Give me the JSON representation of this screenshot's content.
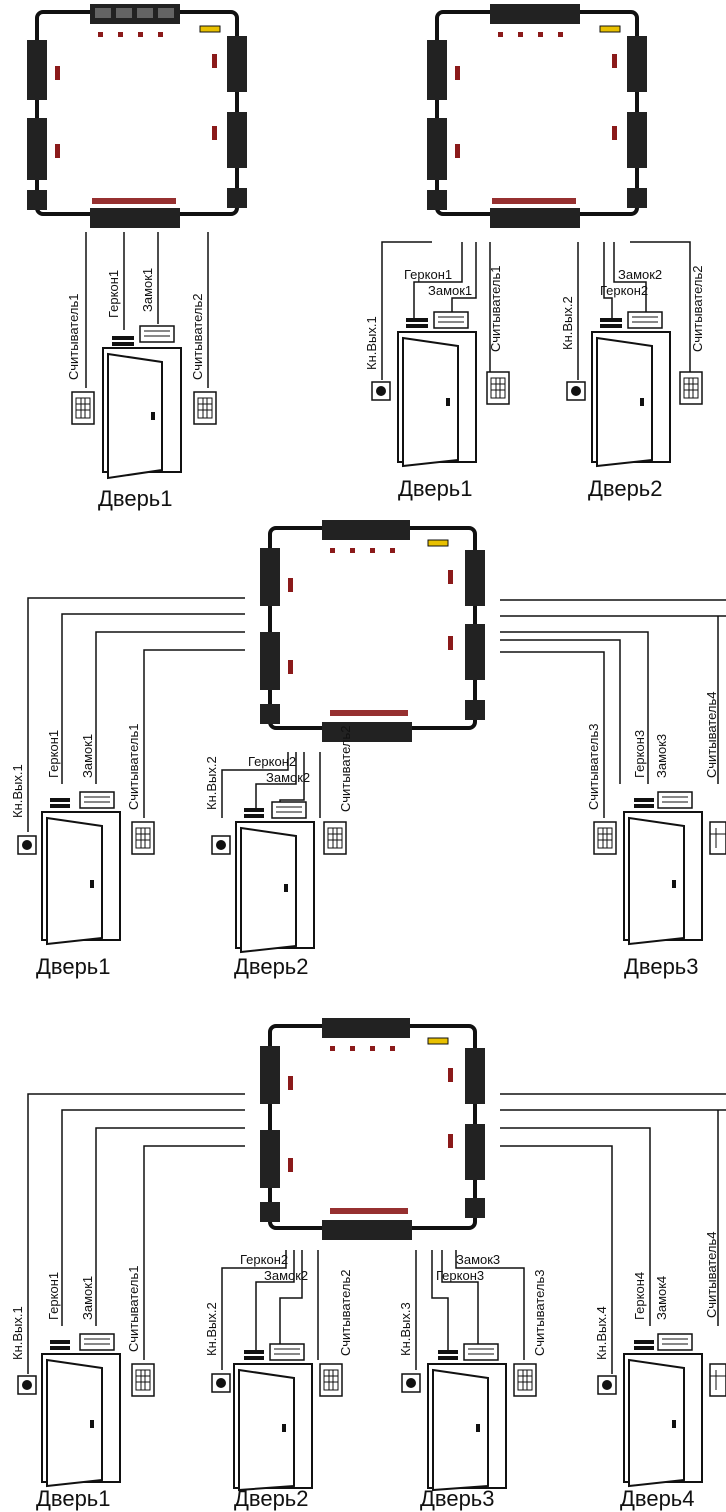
{
  "diagrams": [
    {
      "id": "d1",
      "doors": [
        {
          "title": "Дверь1",
          "sensor": "Геркон1",
          "lock": "Замок1",
          "readers": [
            "Считыватель1",
            "Считыватель2"
          ],
          "button": ""
        }
      ]
    },
    {
      "id": "d2",
      "doors": [
        {
          "title": "Дверь1",
          "sensor": "Геркон1",
          "lock": "Замок1",
          "readers": [
            "Считыватель1"
          ],
          "button": "Кн.Вых.1"
        },
        {
          "title": "Дверь2",
          "sensor": "Геркон2",
          "lock": "Замок2",
          "readers": [
            "Считыватель2"
          ],
          "button": "Кн.Вых.2"
        }
      ]
    },
    {
      "id": "d3",
      "doors": [
        {
          "title": "Дверь1",
          "sensor": "Геркон1",
          "lock": "Замок1",
          "readers": [
            "Считыватель1"
          ],
          "button": "Кн.Вых.1"
        },
        {
          "title": "Дверь2",
          "sensor": "Геркон2",
          "lock": "Замок2",
          "readers": [
            "Считыватель2"
          ],
          "button": "Кн.Вых.2"
        },
        {
          "title": "Дверь3",
          "sensor": "Геркон3",
          "lock": "Замок3",
          "readers": [
            "Считыватель3",
            "Считыватель4"
          ],
          "button": ""
        }
      ]
    },
    {
      "id": "d4",
      "doors": [
        {
          "title": "Дверь1",
          "sensor": "Геркон1",
          "lock": "Замок1",
          "readers": [
            "Считыватель1"
          ],
          "button": "Кн.Вых.1"
        },
        {
          "title": "Дверь2",
          "sensor": "Геркон2",
          "lock": "Замок2",
          "readers": [
            "Считыватель2"
          ],
          "button": "Кн.Вых.2"
        },
        {
          "title": "Дверь3",
          "sensor": "Геркон3",
          "lock": "Замок3",
          "readers": [
            "Считыватель3"
          ],
          "button": "Кн.Вых.3"
        },
        {
          "title": "Дверь4",
          "sensor": "Геркон4",
          "lock": "Замок4",
          "readers": [
            "Считыватель4"
          ],
          "button": "Кн.Вых.4"
        }
      ]
    }
  ],
  "colors": {
    "line": "#111111",
    "led": "#8b1a1a",
    "led_yellow": "#e8c000",
    "board_fill": "#ffffff"
  },
  "icons": [
    "controller-board-icon",
    "door-icon",
    "reed-switch-icon",
    "lock-icon",
    "card-reader-icon",
    "exit-button-icon"
  ]
}
